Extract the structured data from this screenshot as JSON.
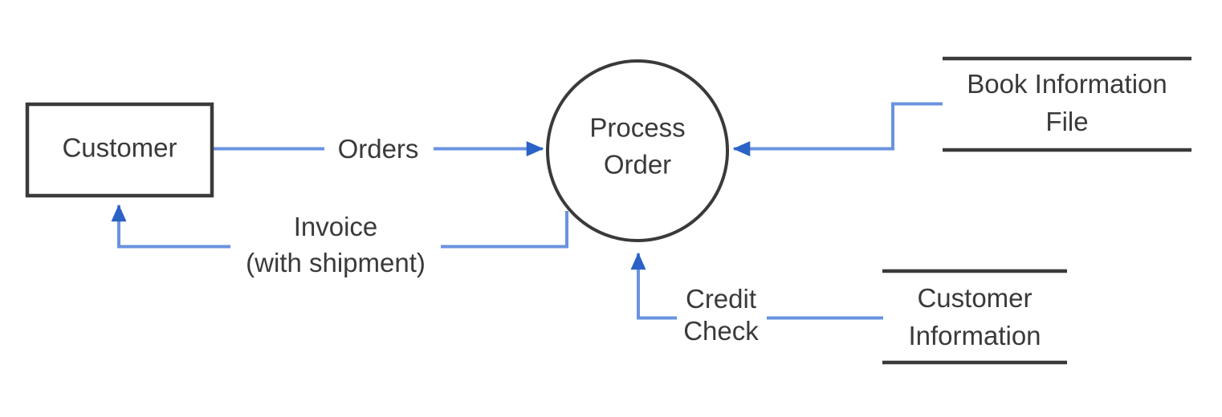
{
  "diagram": {
    "type": "data-flow-diagram",
    "background_color": "#ffffff",
    "shape_stroke_color": "#3a3a3a",
    "flow_line_color": "#6a93e0",
    "arrowhead_color": "#2b62c6",
    "text_color": "#3a3a3a"
  },
  "external_entities": [
    {
      "id": "customer",
      "label": "Customer",
      "shape": "rectangle"
    }
  ],
  "processes": [
    {
      "id": "process-order",
      "label_line1": "Process",
      "label_line2": "Order",
      "shape": "circle"
    }
  ],
  "data_stores": [
    {
      "id": "book-information-file",
      "label_line1": "Book Information",
      "label_line2": "File",
      "shape": "open-ended-rectangle"
    },
    {
      "id": "customer-information",
      "label_line1": "Customer",
      "label_line2": "Information",
      "shape": "open-ended-rectangle"
    }
  ],
  "data_flows": [
    {
      "id": "orders",
      "label_line1": "Orders",
      "label_line2": "",
      "from": "customer",
      "to": "process-order",
      "direction": "right"
    },
    {
      "id": "invoice",
      "label_line1": "Invoice",
      "label_line2": "(with shipment)",
      "from": "process-order",
      "to": "customer",
      "direction": "left-up"
    },
    {
      "id": "book-information-lookup",
      "label_line1": "",
      "label_line2": "",
      "from": "book-information-file",
      "to": "process-order",
      "direction": "left"
    },
    {
      "id": "credit-check",
      "label_line1": "Credit",
      "label_line2": "Check",
      "from": "customer-information",
      "to": "process-order",
      "direction": "left-up"
    }
  ]
}
